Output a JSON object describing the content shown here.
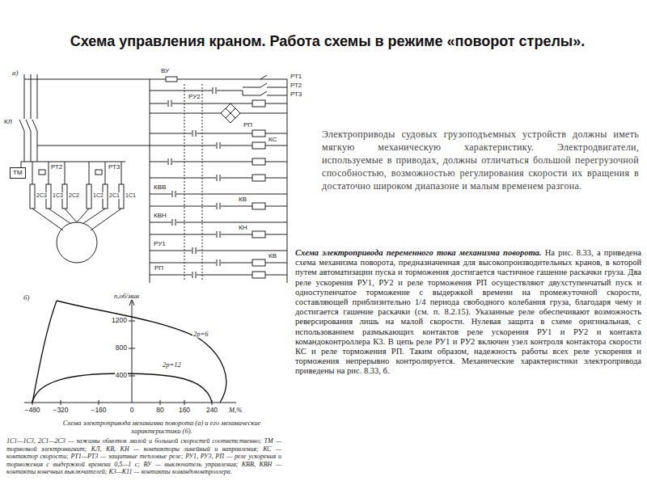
{
  "diagram": {
    "title": "Схема управления краном. Работа схемы в режиме «поворот стрелы».",
    "caption": "Схема электропривода механизма поворота (а) и его механические характеристики (б).",
    "nodes": [
      {
        "text": [
          "ТМ"
        ]
      }
    ],
    "labels": [
      "а)",
      "ВУ",
      "РТ1",
      "РТ2",
      "РТ3",
      "КЛ",
      "РУ2",
      "РП",
      "КС",
      "РТ2",
      "РТ3",
      "2С3",
      "1С3",
      "2С2",
      "1С2",
      "2С1",
      "1С1",
      "КВВ",
      "КВН",
      "КВ",
      "КН",
      "РУ1",
      "РП",
      "КВ",
      "б)",
      "n,об/мин",
      "1200",
      "800",
      "400",
      "2p=6",
      "2p=12",
      "−480",
      "−320",
      "−160",
      "0",
      "80",
      "160",
      "240",
      "M,%",
      "Электроприводы судовых грузоподъемных устройств должны иметь мягкую механическую характеристику. Электродвигатели, используемые в приводах, должны отличаться большой перегрузочной способностью, возможностью регулирования скорости их вращения в достаточно широком диапазоне и малым временем разгона.",
      "Схема электропривода переменного тока механизма поворота.",
      "На рис. 8.33, а приведена схема механизма поворота, предназначенная для высокопроизводительных кранов, в которой путем автоматизации пуска и торможения достигается частичное гашение раскачки груза. Два реле ускорения РУ1, РУ2 и реле торможения РП осуществляют двухступенчатый пуск и одноступенчатое торможение с выдержкой времени на промежуточной скорости, составляющей приблизительно 1/4 периода свободного колебания груза, благодаря чему и достигается гашение раскачки (см. п. 8.2.15). Указанные реле обеспечивают возможность реверсирования лишь на малой скорости. Нулевая защита в схеме оригинальная, с использованием размыкающих контактов реле ускорения РУ1 и РУ2 и контакта командоконтроллера К3. В цепь реле РУ1 и РУ2 включен узел контроля контактора скорости КС и реле торможения РП. Таким образом, надежность работы всех реле ускорения и торможения непрерывно контролируется. Механические характеристики электропривода приведены на рис. 8.33, б.",
      "1С1—1С3, 2С1—2С3 — зажимы обмоток малой и большой скоростей соответственно; ТМ — тормозной электромагнит; КЛ, КВ, КН — контакторы линейный и направления; КС — контактор скорости; РТ1—РТ3 — защитные тепловые реле; РУ1, РУ3, РП — реле ускорения и торможения с выдержкой времени 0,5—1 с; ВУ — выключатель управления; КВВ, КВН — контакты конечных выключателей; К3—К11 — контакты командоконтроллера."
    ]
  }
}
